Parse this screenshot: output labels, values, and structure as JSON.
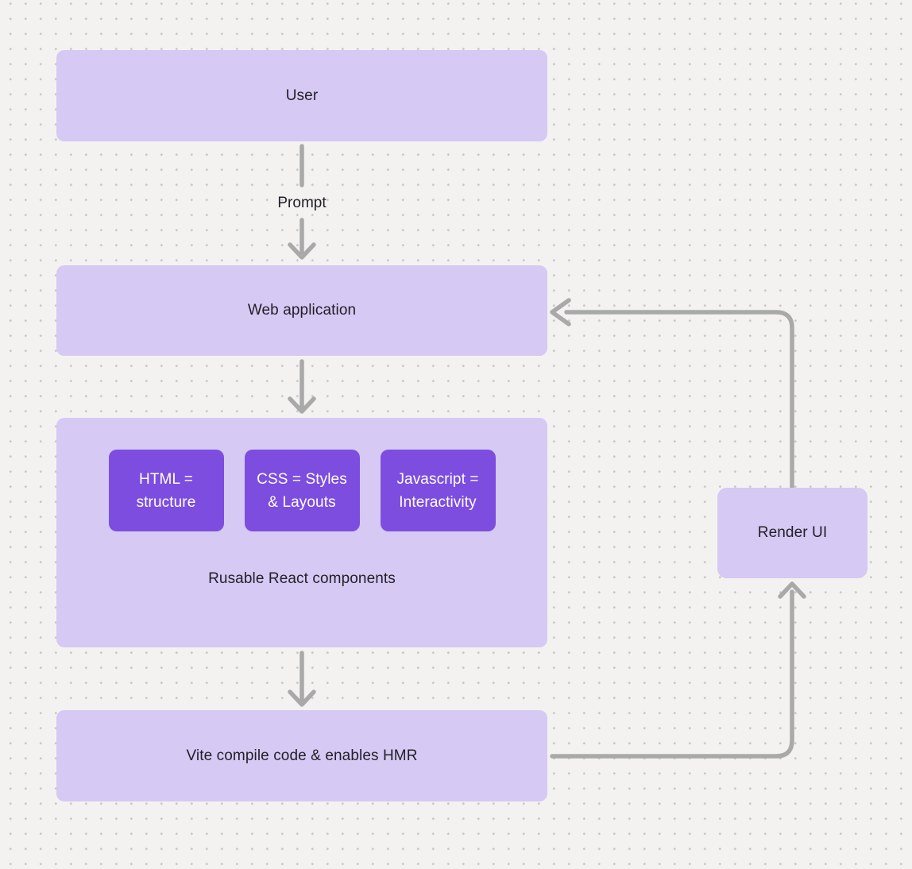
{
  "diagram": {
    "colors": {
      "background": "#f4f2f1",
      "dot_color": "#c9c6c4",
      "arrow_color": "#a9a9a9",
      "node_fill": "#d6c9f3",
      "chip_fill": "#7d4de0",
      "text_dark": "#221f28",
      "text_light": "#ffffff"
    },
    "nodes": {
      "user": {
        "label": "User"
      },
      "web_application": {
        "label": "Web application"
      },
      "components": {
        "caption": "Rusable React components",
        "chips": [
          {
            "label": "HTML = structure"
          },
          {
            "label": "CSS = Styles & Layouts"
          },
          {
            "label": "Javascript = Interactivity"
          }
        ]
      },
      "vite": {
        "label": "Vite compile code & enables HMR"
      },
      "render_ui": {
        "label": "Render UI"
      }
    },
    "edges": {
      "prompt": {
        "label": "Prompt"
      }
    }
  }
}
